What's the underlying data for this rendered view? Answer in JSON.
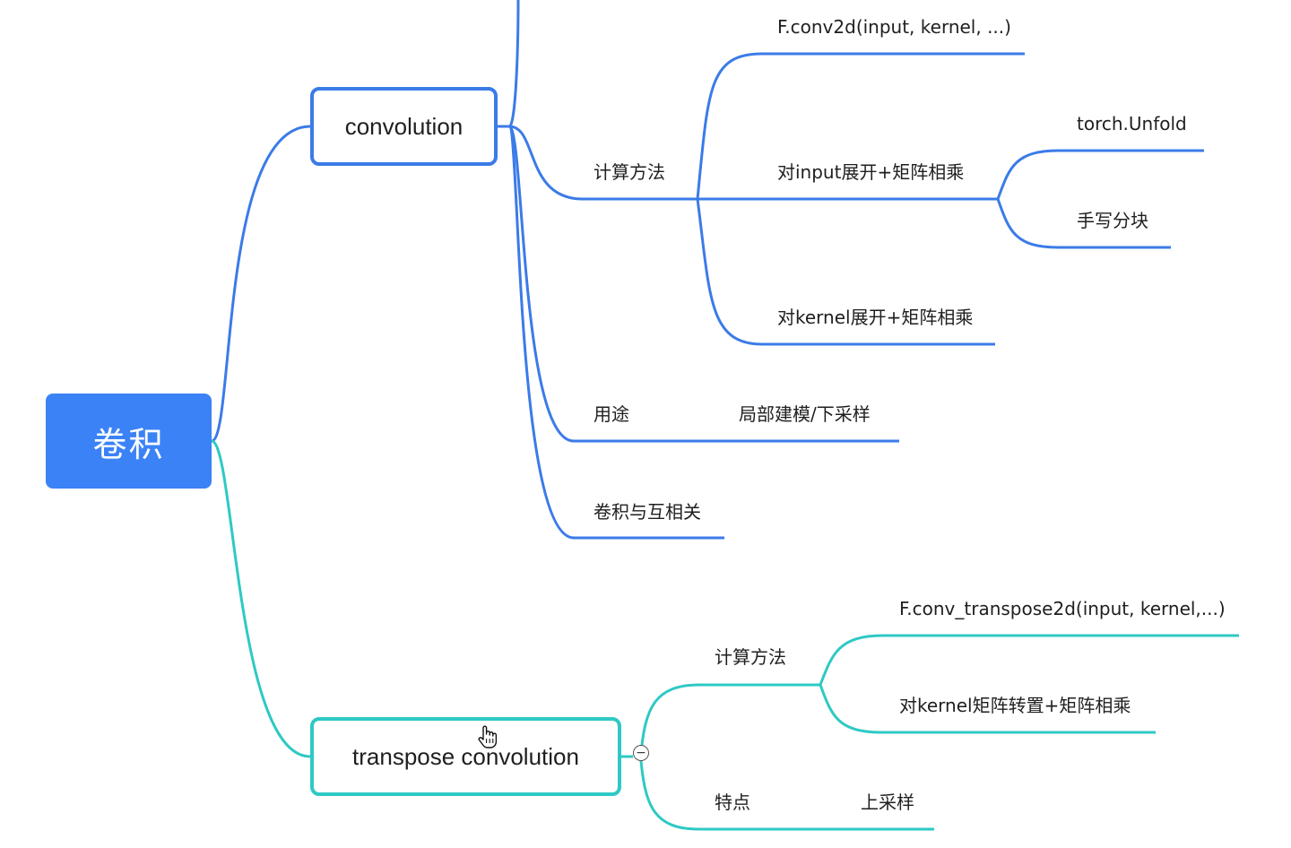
{
  "colors": {
    "root": "#3b82f6",
    "blue_branch": "#3b7be8",
    "teal_branch": "#2ec9c4"
  },
  "root": {
    "label": "卷积"
  },
  "convolution": {
    "label": "convolution",
    "compute": {
      "label": "计算方法",
      "fconv": "F.conv2d(input, kernel, ...)",
      "unfold_input": {
        "label": "对input展开+矩阵相乘",
        "torch_unfold": "torch.Unfold",
        "manual_blocks": "手写分块"
      },
      "unfold_kernel": "对kernel展开+矩阵相乘"
    },
    "usage": {
      "label": "用途",
      "value": "局部建模/下采样"
    },
    "correlation": "卷积与互相关"
  },
  "transpose": {
    "label": "transpose convolution",
    "collapse_symbol": "−",
    "compute": {
      "label": "计算方法",
      "fconv_t": "F.conv_transpose2d(input, kernel,...)",
      "kernel_transpose": "对kernel矩阵转置+矩阵相乘"
    },
    "feature": {
      "label": "特点",
      "value": "上采样"
    }
  },
  "icons": {
    "cursor": "hand-pointer-icon",
    "collapse": "collapse-minus-icon"
  }
}
